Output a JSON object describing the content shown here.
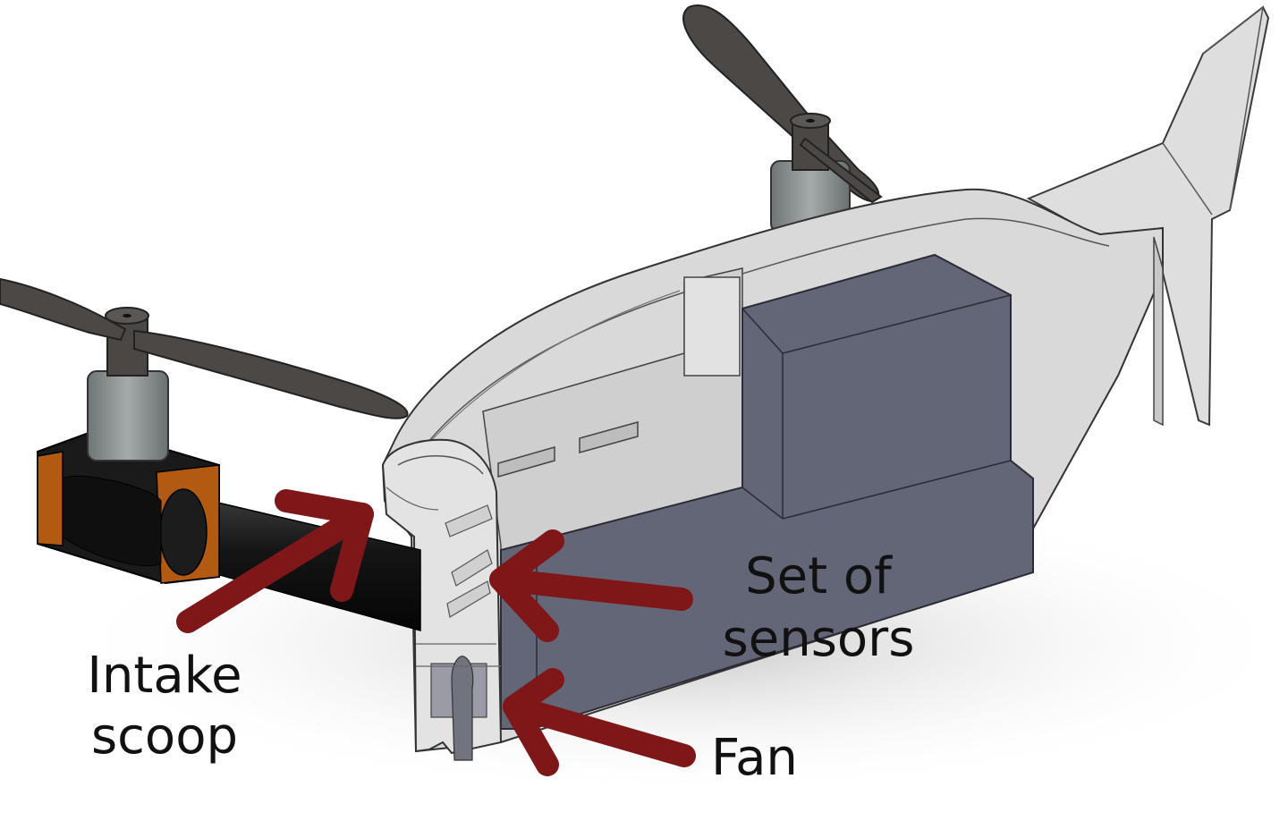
{
  "labels": {
    "intake": [
      "Intake",
      "scoop"
    ],
    "sensors": [
      "Set of",
      "sensors"
    ],
    "fan": "Fan"
  },
  "colors": {
    "arrow": "#7f1719",
    "shell": "#d8d8d8",
    "shell_edge": "#3a3a3a",
    "sensor_block": "#636677",
    "propeller": "#4a4744",
    "motor": "#8a8f90",
    "arm": "#111111",
    "clamp": "#b35a12"
  },
  "icons": [
    "drone-body-illustration",
    "propeller-icon",
    "motor-icon",
    "arrow-icon"
  ]
}
